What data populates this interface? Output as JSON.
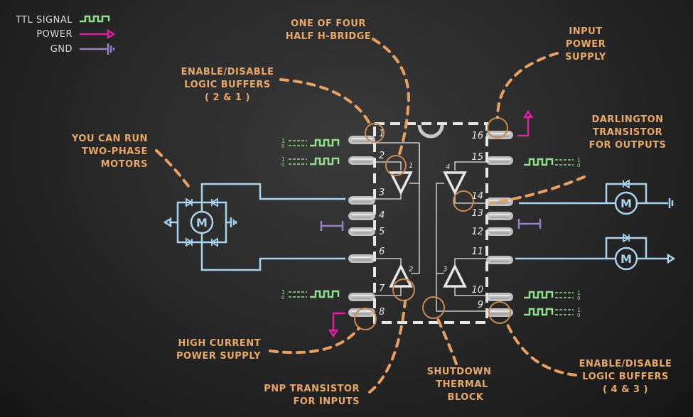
{
  "legend": {
    "items": [
      {
        "label": "TTL SIGNAL",
        "symbol": "square-wave",
        "color": "#8ee08a"
      },
      {
        "label": "POWER",
        "symbol": "arrow",
        "color": "#e020a0"
      },
      {
        "label": "GND",
        "symbol": "ground",
        "color": "#9a80c8"
      }
    ]
  },
  "chip": {
    "pins_left": [
      "1",
      "2",
      "3",
      "4",
      "5",
      "6",
      "7",
      "8"
    ],
    "pins_right": [
      "16",
      "15",
      "14",
      "13",
      "12",
      "11",
      "10",
      "9"
    ],
    "buffers": [
      "1",
      "2",
      "3",
      "4"
    ]
  },
  "annotations": {
    "half_bridge": [
      "ONE OF FOUR",
      "HALF H-BRIDGE"
    ],
    "enable_12": [
      "ENABLE/DISABLE",
      "LOGIC BUFFERS",
      "( 2 & 1 )"
    ],
    "input_power": [
      "INPUT",
      "POWER",
      "SUPPLY"
    ],
    "darlington": [
      "DARLINGTON",
      "TRANSISTOR",
      "FOR OUTPUTS"
    ],
    "two_phase": [
      "YOU CAN RUN",
      "TWO-PHASE",
      "MOTORS"
    ],
    "high_current": [
      "HIGH CURRENT",
      "POWER SUPPLY"
    ],
    "pnp": [
      "PNP TRANSISTOR",
      "FOR INPUTS"
    ],
    "thermal": [
      "SHUTDOWN",
      "THERMAL",
      "BLOCK"
    ],
    "enable_43": [
      "ENABLE/DISABLE",
      "LOGIC BUFFERS",
      "( 4 & 3 )"
    ]
  },
  "signal_levels": {
    "high": "1",
    "low": "0"
  },
  "motor_label": "M",
  "colors": {
    "annotation": "#e8a868",
    "ttl": "#8ee08a",
    "power": "#e020a0",
    "gnd": "#9a80c8",
    "motor_wire": "#a8d4f0",
    "chalk": "#e6e6e6"
  }
}
